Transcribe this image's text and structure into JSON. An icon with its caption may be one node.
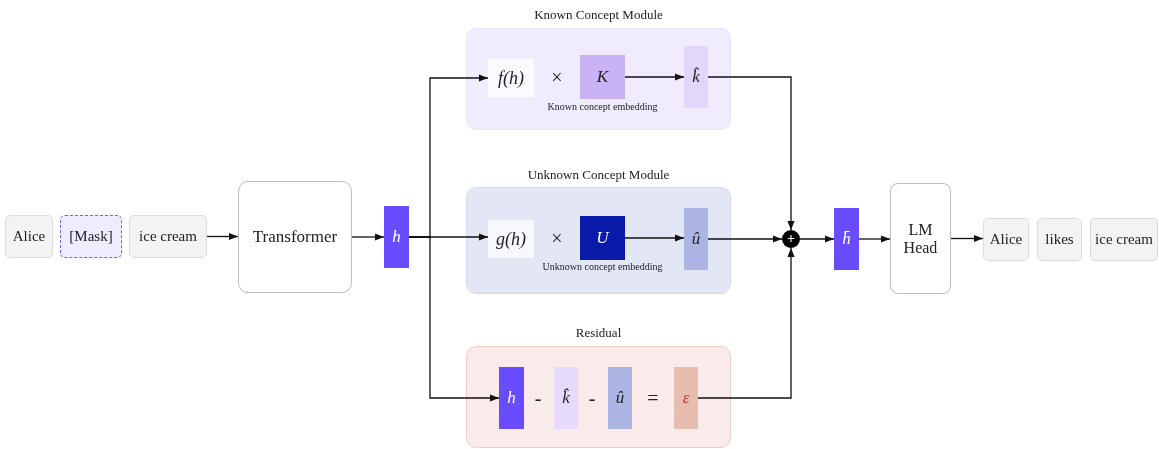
{
  "diagram": {
    "nodes": [
      {
        "text": [
          "Alice"
        ]
      },
      {
        "text": [
          "[Mask]"
        ]
      },
      {
        "text": [
          "ice cream"
        ]
      },
      {
        "text": [
          "Transformer"
        ]
      },
      {
        "text": [
          "h"
        ]
      },
      {
        "text": [
          "Known Concept Module"
        ]
      },
      {
        "text": [
          "f(h)"
        ],
        "in": 5
      },
      {
        "text": [
          "K"
        ],
        "in": 5,
        "beside": [
          "Known concept embedding"
        ]
      },
      {
        "text": [
          "k̂"
        ],
        "in": 5
      },
      {
        "text": [
          "Unknown Concept Module"
        ]
      },
      {
        "text": [
          "g(h)"
        ],
        "in": 9
      },
      {
        "text": [
          "U"
        ],
        "in": 9,
        "beside": [
          "Unknown concept embedding"
        ]
      },
      {
        "text": [
          "û"
        ],
        "in": 9
      },
      {
        "text": [
          "Residual"
        ]
      },
      {
        "text": [
          "h"
        ],
        "in": 13
      },
      {
        "text": [
          "k̂"
        ],
        "in": 13
      },
      {
        "text": [
          "û"
        ],
        "in": 13
      },
      {
        "text": [
          "ε"
        ],
        "in": 13
      },
      {
        "text": [
          "+"
        ]
      },
      {
        "text": [
          "h̄"
        ]
      },
      {
        "text": [
          "LM Head"
        ]
      },
      {
        "text": [
          "Alice"
        ]
      },
      {
        "text": [
          "likes"
        ]
      },
      {
        "text": [
          "ice cream"
        ]
      }
    ],
    "edges": [
      {
        "from": 2,
        "to": 3,
        "arrow": "to"
      },
      {
        "from": 3,
        "to": 4,
        "arrow": "to"
      },
      {
        "from": 4,
        "to": 6,
        "arrow": "to"
      },
      {
        "from": 4,
        "to": 10,
        "arrow": "to"
      },
      {
        "from": 4,
        "to": 14,
        "arrow": "to"
      },
      {
        "from": 7,
        "to": 8,
        "arrow": "to"
      },
      {
        "from": 11,
        "to": 12,
        "arrow": "to"
      },
      {
        "from": 8,
        "to": 18,
        "arrow": "to"
      },
      {
        "from": 12,
        "to": 18,
        "arrow": "to"
      },
      {
        "from": 17,
        "to": 18,
        "arrow": "to"
      },
      {
        "from": 18,
        "to": 19,
        "arrow": "to"
      },
      {
        "from": 19,
        "to": 20,
        "arrow": "to"
      },
      {
        "from": 20,
        "to": 21,
        "arrow": "to"
      }
    ],
    "labels": [
      "×",
      "×",
      "-",
      "-",
      "="
    ]
  }
}
